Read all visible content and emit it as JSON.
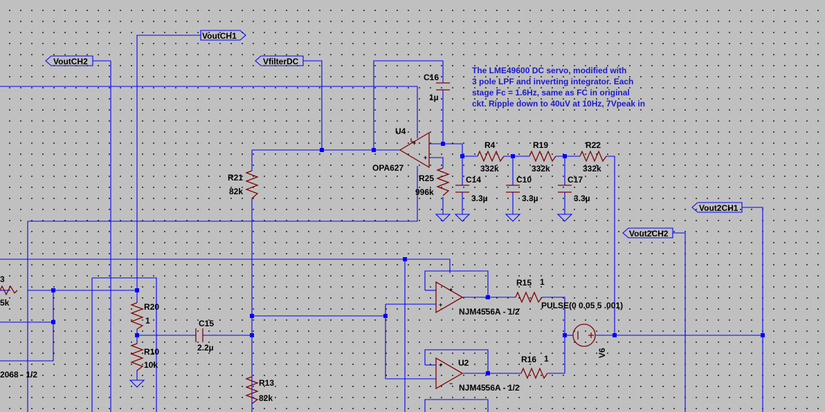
{
  "net_labels": {
    "vout_ch1": "VoutCH1",
    "vout_ch2": "VoutCH2",
    "vfilter_dc": "VfilterDC",
    "vout2_ch1": "Vout2CH1",
    "vout2_ch2": "Vout2CH2"
  },
  "comment": [
    "The LME49600 DC servo, modified with",
    "3 pole LPF and inverting integrator. Each",
    "stage Fc = 1.6Hz, same as FC in original",
    "ckt. Ripple down to 40uV at 10Hz, 7Vpeak in"
  ],
  "components": {
    "c16": {
      "ref": "C16",
      "value": "1µ"
    },
    "u4": {
      "ref": "U4",
      "model": "OPA627"
    },
    "r4": {
      "ref": "R4",
      "value": "332k"
    },
    "r19": {
      "ref": "R19",
      "value": "332k"
    },
    "r22": {
      "ref": "R22",
      "value": "332k"
    },
    "r21": {
      "ref": "R21",
      "value": "82k"
    },
    "r25": {
      "ref": "R25",
      "value": "996k"
    },
    "c14": {
      "ref": "C14",
      "value": "3.3µ"
    },
    "c10": {
      "ref": "C10",
      "value": "3.3µ"
    },
    "c17": {
      "ref": "C17",
      "value": "3.3µ"
    },
    "r15": {
      "ref": "R15",
      "value": "1"
    },
    "r16": {
      "ref": "R16",
      "value": "1"
    },
    "r20": {
      "ref": "R20",
      "value": "1"
    },
    "r10": {
      "ref": "R10",
      "value": "10k"
    },
    "r13": {
      "ref": "R13",
      "value": "82k"
    },
    "c15": {
      "ref": "C15",
      "value": "2.2µ"
    },
    "u2": {
      "ref": "U2"
    },
    "opamp_a": {
      "model": "NJM4556A - 1/2"
    },
    "opamp_b": {
      "model": "NJM4556A - 1/2"
    },
    "v6": {
      "ref": "V6",
      "value": "PULSE(0 0.05 5 .001)"
    },
    "partial_left": {
      "ref_fragment": "3",
      "value_fragment": "5k",
      "model_fragment": "2068 - 1/2"
    }
  },
  "colors": {
    "background": "#c0c0c0",
    "wire": "#0000ff",
    "component": "#800000",
    "comment": "#1a1ad0"
  }
}
